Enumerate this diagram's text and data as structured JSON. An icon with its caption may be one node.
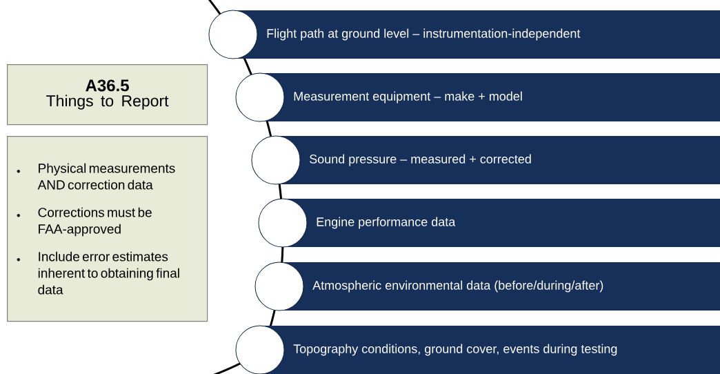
{
  "diagram": {
    "nodes": [
      {
        "text": [
          "A36.5",
          "Things to Report"
        ]
      },
      {
        "text": [
          "Physical measurements AND correction data",
          "Corrections must be FAA-approved",
          "Include error estimates inherent to obtaining final data"
        ]
      },
      {
        "text": [
          "Flight path at ground level – instrumentation-independent"
        ]
      },
      {
        "text": [
          "Measurement equipment – make + model"
        ]
      },
      {
        "text": [
          "Sound pressure – measured + corrected"
        ]
      },
      {
        "text": [
          "Engine performance data"
        ]
      },
      {
        "text": [
          "Atmospheric environmental data (before/during/after)"
        ]
      },
      {
        "text": [
          "Topography conditions, ground cover, events during testing"
        ]
      }
    ]
  }
}
